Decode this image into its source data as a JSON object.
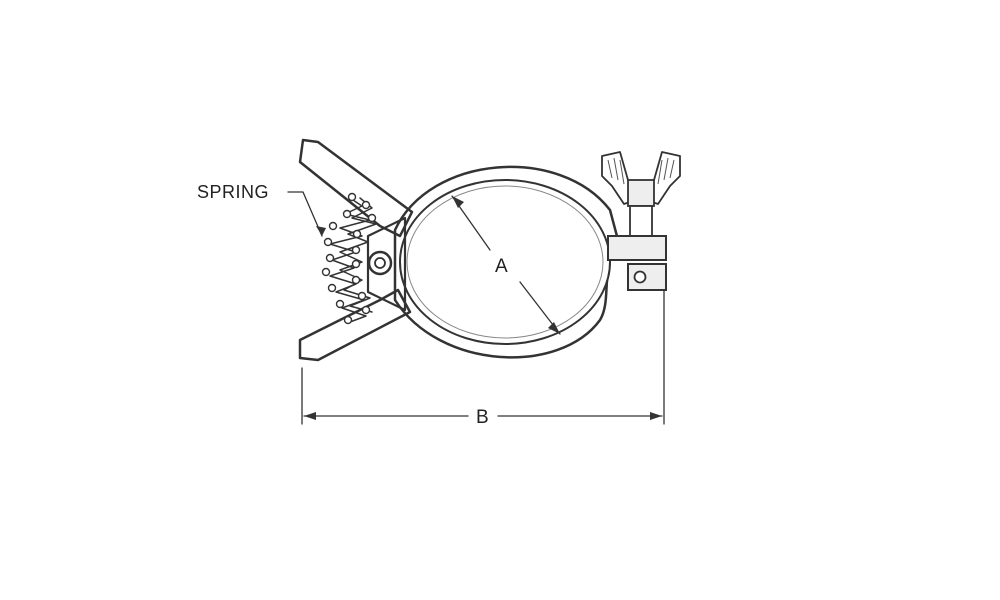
{
  "labels": {
    "spring": "SPRING",
    "dimension_a": "A",
    "dimension_b": "B"
  },
  "colors": {
    "ink": "#333333",
    "band_fill": "#eeeeee",
    "background": "#ffffff"
  }
}
